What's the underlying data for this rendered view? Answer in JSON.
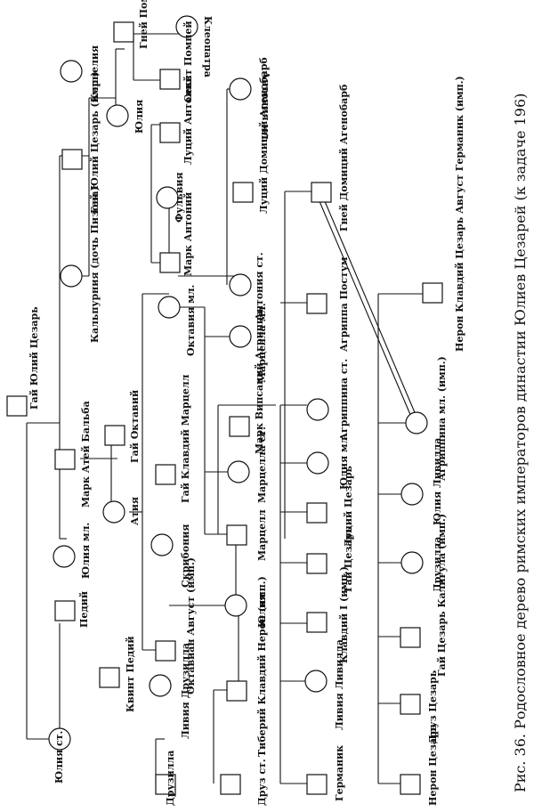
{
  "caption": "Рис. 36. Родословное дерево римских императоров династии Юлиев Цезарей (к задаче 196)",
  "persons": {
    "gai_yuliy_caesar_sr": "Гай Юлий Цезарь",
    "yuliya_st": "Юлия ст.",
    "kvint_pediy": "Квинт Педий",
    "pediy": "Педий",
    "yuliya_ml": "Юлия мл.",
    "mark_atiy_balba": "Марк Атей Бальба",
    "atiya": "Атия",
    "gai_oktaviy": "Гай Октавий",
    "kalpurniya": "Кальпурния (дочь Пизона)",
    "gai_yuliy_caesar_imp": "Гай Юлий Цезарь (имп.)",
    "korneliya": "Корнелия",
    "yuliya_pompey": "Юлия",
    "gney_pompey": "Гней Помпей",
    "kleopatra": "Клеопатра",
    "sekst_pompey": "Секст Помпей",
    "antoniya_ml": "Антония мл.",
    "luciy_antoniy": "Луций Антоний",
    "fulviya": "Фульвия",
    "mark_antoniy": "Марк Антоний",
    "luciy_domiciy_ahenobarb": "Луций Домиций Агенобарб",
    "gney_domiciy_ahenobarb": "Гней Домиций Агенобарб",
    "antoniya_st": "Антония ст.",
    "oktaviya_ml": "Октавия мл.",
    "marcella_ml": "Марцелла мл.",
    "gai_klavdiy_marcell": "Гай Клавдий Марцелл",
    "mark_vipsaniy_agrippa": "Марк Випсаний Агриппа",
    "marcella_st": "Марцелла ст.",
    "marcell": "Марцелл",
    "skriboniya": "Скрибония",
    "oktavian_avgust": "Октавиан Август (имп.)",
    "yuliya": "Юлия",
    "liviya_druzilla": "Ливия Друзилла",
    "tiberiy_neron": "Тиберий Клавдий Нерон (имп.)",
    "druz_st": "Друз ст.",
    "druzilla": "Друзилла",
    "agrippa_postum": "Агриппа Постум",
    "agrippina_st": "Агриппина ст.",
    "yuliya_ml2": "Юлия мл.",
    "luciy_caesar": "Луций Цезарь",
    "gai_caesar": "Гай Цезарь",
    "klavdiy_i": "Клавдий I (имп.)",
    "liviya_livilla": "Ливия Ливилла",
    "germanik": "Германик",
    "neron_imp": "Нерон Клавдий Цезарь Август Германик (имп.)",
    "agrippina_ml": "Агриппина мл. (имп.)",
    "yuliya_livilla": "Юлия Ливилла",
    "druzilla2": "Друзилла",
    "gai_caesar_kaligula": "Гай Цезарь Калигула (имп.)",
    "druz_caesar": "Друз Цезарь",
    "neron_caesar": "Нерон Цезарь"
  }
}
